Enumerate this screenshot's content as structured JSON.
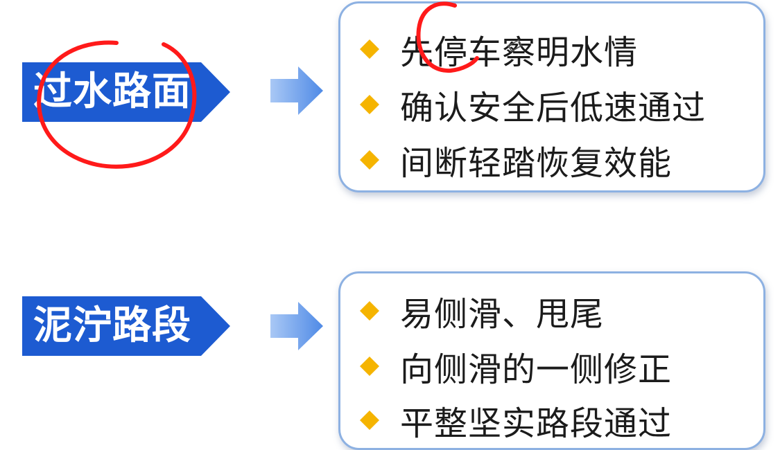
{
  "colors": {
    "label_fill": "#1d5bd1",
    "arrow_fill": "#5b94e8",
    "card_border": "#8db1e2",
    "diamond_fill": "#f5b400",
    "annotation_stroke": "#ff1a1a"
  },
  "sections": [
    {
      "label": "过水路面",
      "bullets": [
        "先停车察明水情",
        "确认安全后低速通过",
        "间断轻踏恢复效能"
      ]
    },
    {
      "label": "泥泞路段",
      "bullets": [
        "易侧滑、甩尾",
        "向侧滑的一侧修正",
        "平整坚实路段通过"
      ]
    }
  ]
}
